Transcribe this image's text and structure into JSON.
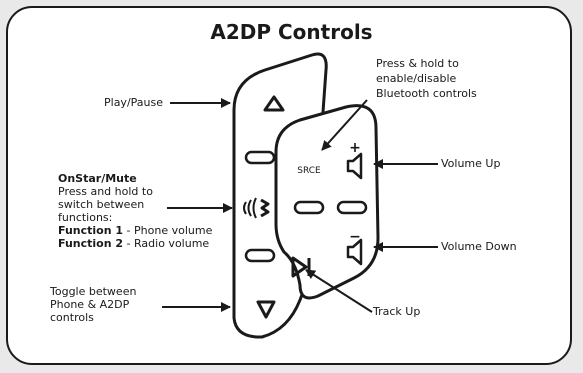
{
  "title": "A2DP Controls",
  "buttons": {
    "srce": "SRCE",
    "play_symbol": "▲",
    "toggle_symbol": "▼",
    "vol_plus": "+",
    "vol_minus": "−"
  },
  "labels": {
    "play_pause": "Play/Pause",
    "bluetooth": [
      "Press & hold to",
      "enable/disable",
      "Bluetooth controls"
    ],
    "volume_up": "Volume Up",
    "volume_down": "Volume Down",
    "track_up": "Track Up",
    "onstar_title": "OnStar/Mute",
    "onstar_desc": [
      "Press and hold to",
      "switch between",
      "functions:"
    ],
    "function1_name": "Function 1",
    "function1_desc": " - Phone volume",
    "function2_name": "Function 2",
    "function2_desc": " - Radio volume",
    "toggle": [
      "Toggle between",
      "Phone & A2DP",
      "controls"
    ]
  },
  "colors": {
    "ink": "#1a1a1a",
    "background": "#e9e9e9",
    "card": "#ffffff"
  }
}
